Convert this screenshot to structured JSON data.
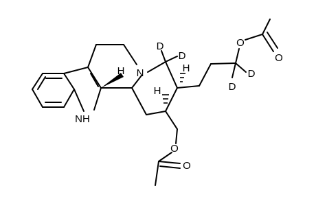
{
  "molecule": {
    "atoms": {
      "n_amine": "N",
      "nh_indole": "NH",
      "h_c12b": "H",
      "h_c2": "H",
      "h_c3": "H",
      "d_c4_a": "D",
      "d_c4_b": "D",
      "d_chain_a": "D",
      "d_chain_b": "D",
      "o_ester_top": "O",
      "o_carbonyl_top": "O",
      "o_ester_bottom": "O",
      "o_carbonyl_bottom": "O"
    }
  }
}
